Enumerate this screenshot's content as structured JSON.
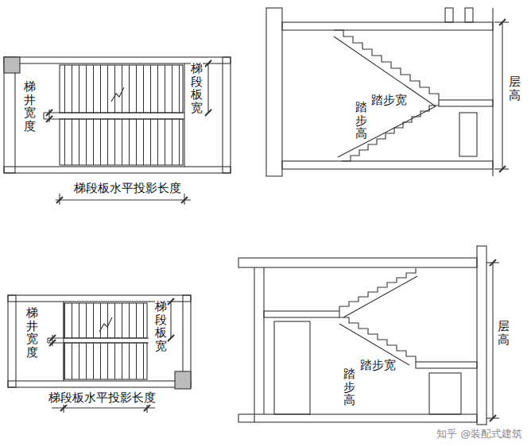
{
  "diagram": {
    "labels": [
      "梯井宽度",
      "梯段板宽",
      "梯段板水平投影长度",
      "踏步宽",
      "踏步高",
      "层高",
      "梯井宽度",
      "梯段板宽",
      "梯段板水平投影长度",
      "踏步宽",
      "踏步高",
      "层高",
      "知乎 @装配式建筑"
    ]
  }
}
